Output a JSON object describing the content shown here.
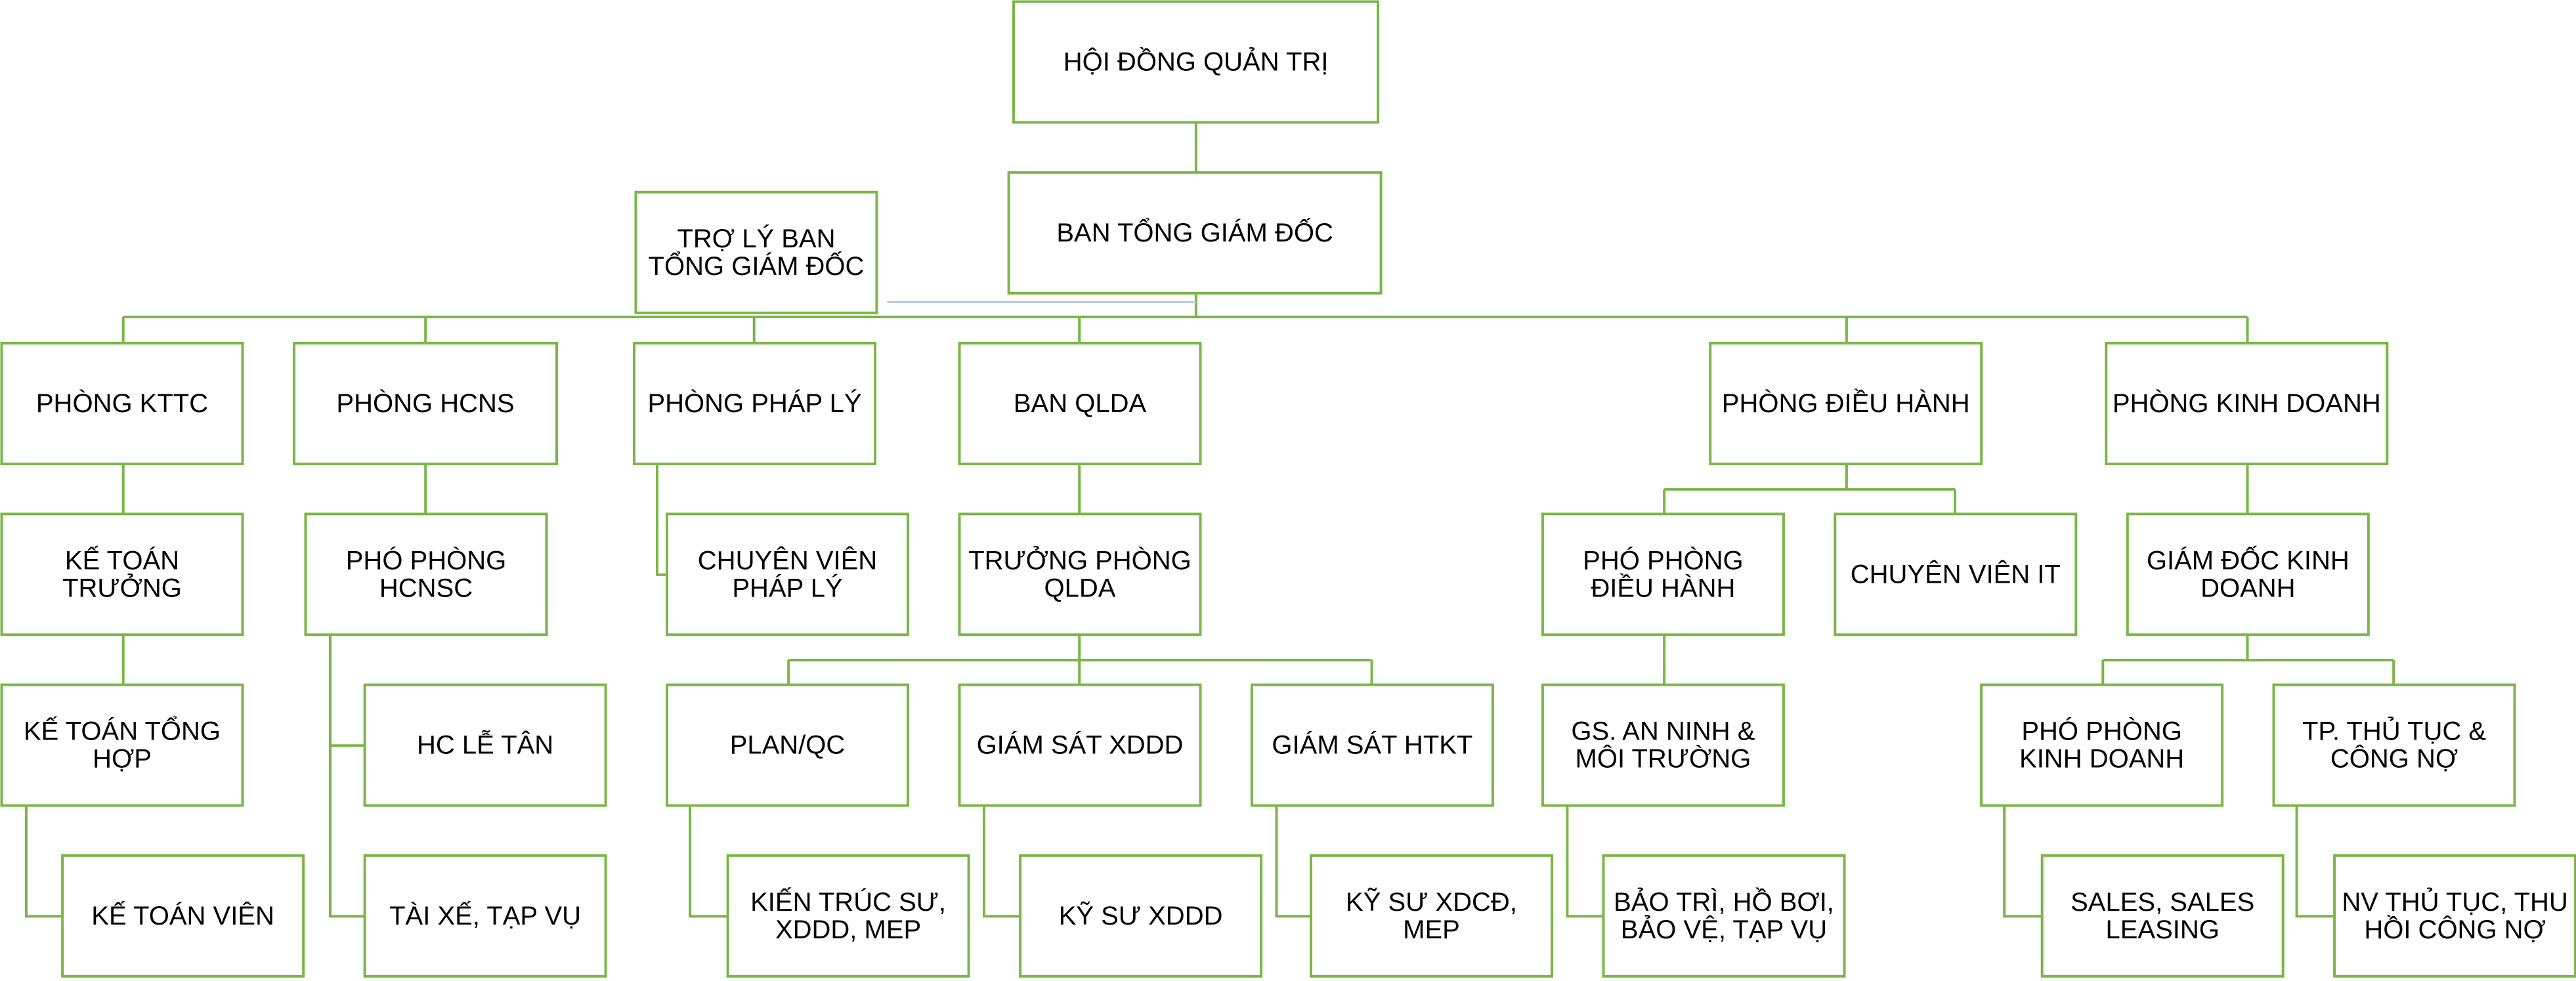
{
  "colors": {
    "box_border": "#7ab648",
    "connector": "#7ab648",
    "assistant_link": "#b8c8de",
    "text": "#000000",
    "background": "#ffffff"
  },
  "nodes": {
    "board": [
      "HỘI ĐỒNG QUẢN TRỊ"
    ],
    "ceo": [
      "BAN TỔNG GIÁM ĐỐC"
    ],
    "assistant": [
      "TRỢ LÝ BAN",
      "TỔNG GIÁM ĐỐC"
    ],
    "kttc": [
      "PHÒNG KTTC"
    ],
    "hcns": [
      "PHÒNG HCNS"
    ],
    "phaply": [
      "PHÒNG PHÁP LÝ"
    ],
    "qlda": [
      "BAN QLDA"
    ],
    "dieuhanh": [
      "PHÒNG ĐIỀU HÀNH"
    ],
    "kinhdoanh": [
      "PHÒNG KINH DOANH"
    ],
    "ketoan_truong": [
      "KẾ TOÁN",
      "TRƯỞNG"
    ],
    "ketoan_tonghop": [
      "KẾ TOÁN TỔNG",
      "HỢP"
    ],
    "ketoan_vien": [
      "KẾ TOÁN VIÊN"
    ],
    "pho_hcnsc": [
      "PHÓ PHÒNG",
      "HCNSC"
    ],
    "hc_letan": [
      "HC LỄ TÂN"
    ],
    "taixe": [
      "TÀI XẾ, TẠP VỤ"
    ],
    "cv_phaply": [
      "CHUYÊN VIÊN",
      "PHÁP LÝ"
    ],
    "tp_qlda": [
      "TRƯỞNG PHÒNG",
      "QLDA"
    ],
    "planqc": [
      "PLAN/QC"
    ],
    "gs_xddd": [
      "GIÁM SÁT XDDD"
    ],
    "gs_htkt": [
      "GIÁM SÁT HTKT"
    ],
    "kts": [
      "KIẾN TRÚC SƯ,",
      "XDDD, MEP"
    ],
    "ks_xddd": [
      "KỸ SƯ XDDD"
    ],
    "ks_xdcd": [
      "KỸ SƯ XDCĐ,",
      "MEP"
    ],
    "pho_dieuhanh": [
      "PHÓ PHÒNG",
      "ĐIỀU HÀNH"
    ],
    "cv_it": [
      "CHUYÊN VIÊN IT"
    ],
    "gs_anninh": [
      "GS. AN NINH &",
      "MÔI TRƯỜNG"
    ],
    "baotri": [
      "BẢO TRÌ, HỒ BƠI,",
      "BẢO VỆ, TẠP VỤ"
    ],
    "gd_kinhdoanh": [
      "GIÁM ĐỐC KINH",
      "DOANH"
    ],
    "pho_kinhdoanh": [
      "PHÓ PHÒNG",
      "KINH DOANH"
    ],
    "tp_thutuc": [
      "TP. THỦ TỤC &",
      "CÔNG NỢ"
    ],
    "sales": [
      "SALES, SALES",
      "LEASING"
    ],
    "nv_thutuc": [
      "NV THỦ TỤC, THU",
      "HỒI CÔNG NỢ"
    ]
  }
}
